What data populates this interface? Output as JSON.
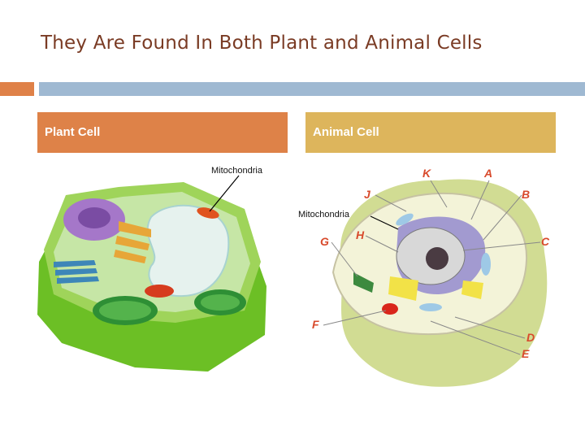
{
  "slide": {
    "title": "They Are Found In Both Plant and Animal Cells"
  },
  "columns": [
    {
      "header": "Plant Cell"
    },
    {
      "header": "Animal Cell"
    }
  ],
  "plant_diagram": {
    "callout": "Mitochondria"
  },
  "animal_diagram": {
    "callout": "Mitochondria",
    "letters": [
      "K",
      "A",
      "J",
      "B",
      "H",
      "G",
      "C",
      "F",
      "D",
      "E"
    ]
  },
  "colors": {
    "title": "#7a3b24",
    "accent_orange": "#df8148",
    "accent_blue": "#9fb9d2",
    "plant_header": "#de8248",
    "animal_header": "#ddb55c",
    "letter_labels": "#d84a2c"
  }
}
